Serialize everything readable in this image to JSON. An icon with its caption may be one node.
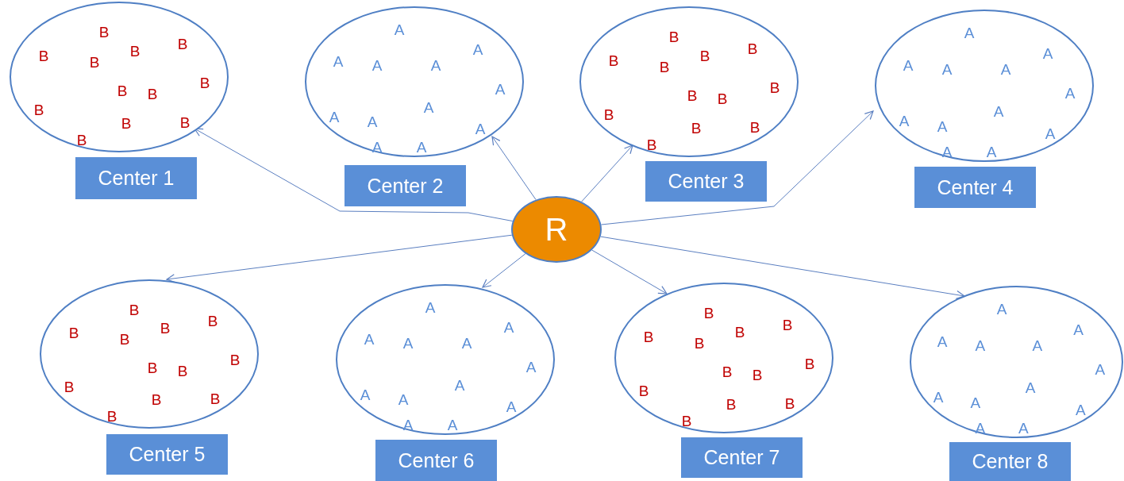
{
  "diagram": {
    "nodes": [
      {
        "text": [
          "B",
          "B",
          "B",
          "B",
          "B",
          "B",
          "B",
          "B",
          "B",
          "B",
          "B",
          "B"
        ]
      },
      {
        "text": [
          "A",
          "A",
          "A",
          "A",
          "A",
          "A",
          "A",
          "A",
          "A",
          "A",
          "A",
          "A"
        ]
      },
      {
        "text": [
          "B",
          "B",
          "B",
          "B",
          "B",
          "B",
          "B",
          "B",
          "B",
          "B",
          "B",
          "B"
        ]
      },
      {
        "text": [
          "A",
          "A",
          "A",
          "A",
          "A",
          "A",
          "A",
          "A",
          "A",
          "A",
          "A",
          "A"
        ]
      },
      {
        "text": [
          "Center 1"
        ]
      },
      {
        "text": [
          "Center 2"
        ]
      },
      {
        "text": [
          "Center 3"
        ]
      },
      {
        "text": [
          "Center 4"
        ]
      },
      {
        "text": [
          "R"
        ]
      },
      {
        "text": [
          "B",
          "B",
          "B",
          "B",
          "B",
          "B",
          "B",
          "B",
          "B",
          "B",
          "B",
          "B"
        ]
      },
      {
        "text": [
          "A",
          "A",
          "A",
          "A",
          "A",
          "A",
          "A",
          "A",
          "A",
          "A",
          "A",
          "A"
        ]
      },
      {
        "text": [
          "B",
          "B",
          "B",
          "B",
          "B",
          "B",
          "B",
          "B",
          "B",
          "B",
          "B",
          "B"
        ]
      },
      {
        "text": [
          "A",
          "A",
          "A",
          "A",
          "A",
          "A",
          "A",
          "A",
          "A",
          "A",
          "A",
          "A"
        ]
      },
      {
        "text": [
          "Center 5"
        ]
      },
      {
        "text": [
          "Center 6"
        ]
      },
      {
        "text": [
          "Center 7"
        ]
      },
      {
        "text": [
          "Center 8"
        ]
      }
    ],
    "edges": [
      {
        "from": 8,
        "to": 0,
        "arrow": "to"
      },
      {
        "from": 8,
        "to": 1,
        "arrow": "to"
      },
      {
        "from": 8,
        "to": 2,
        "arrow": "to"
      },
      {
        "from": 8,
        "to": 3,
        "arrow": "to"
      },
      {
        "from": 8,
        "to": 9,
        "arrow": "to"
      },
      {
        "from": 8,
        "to": 10,
        "arrow": "to"
      },
      {
        "from": 8,
        "to": 11,
        "arrow": "to"
      },
      {
        "from": 8,
        "to": 12,
        "arrow": "to"
      }
    ]
  }
}
